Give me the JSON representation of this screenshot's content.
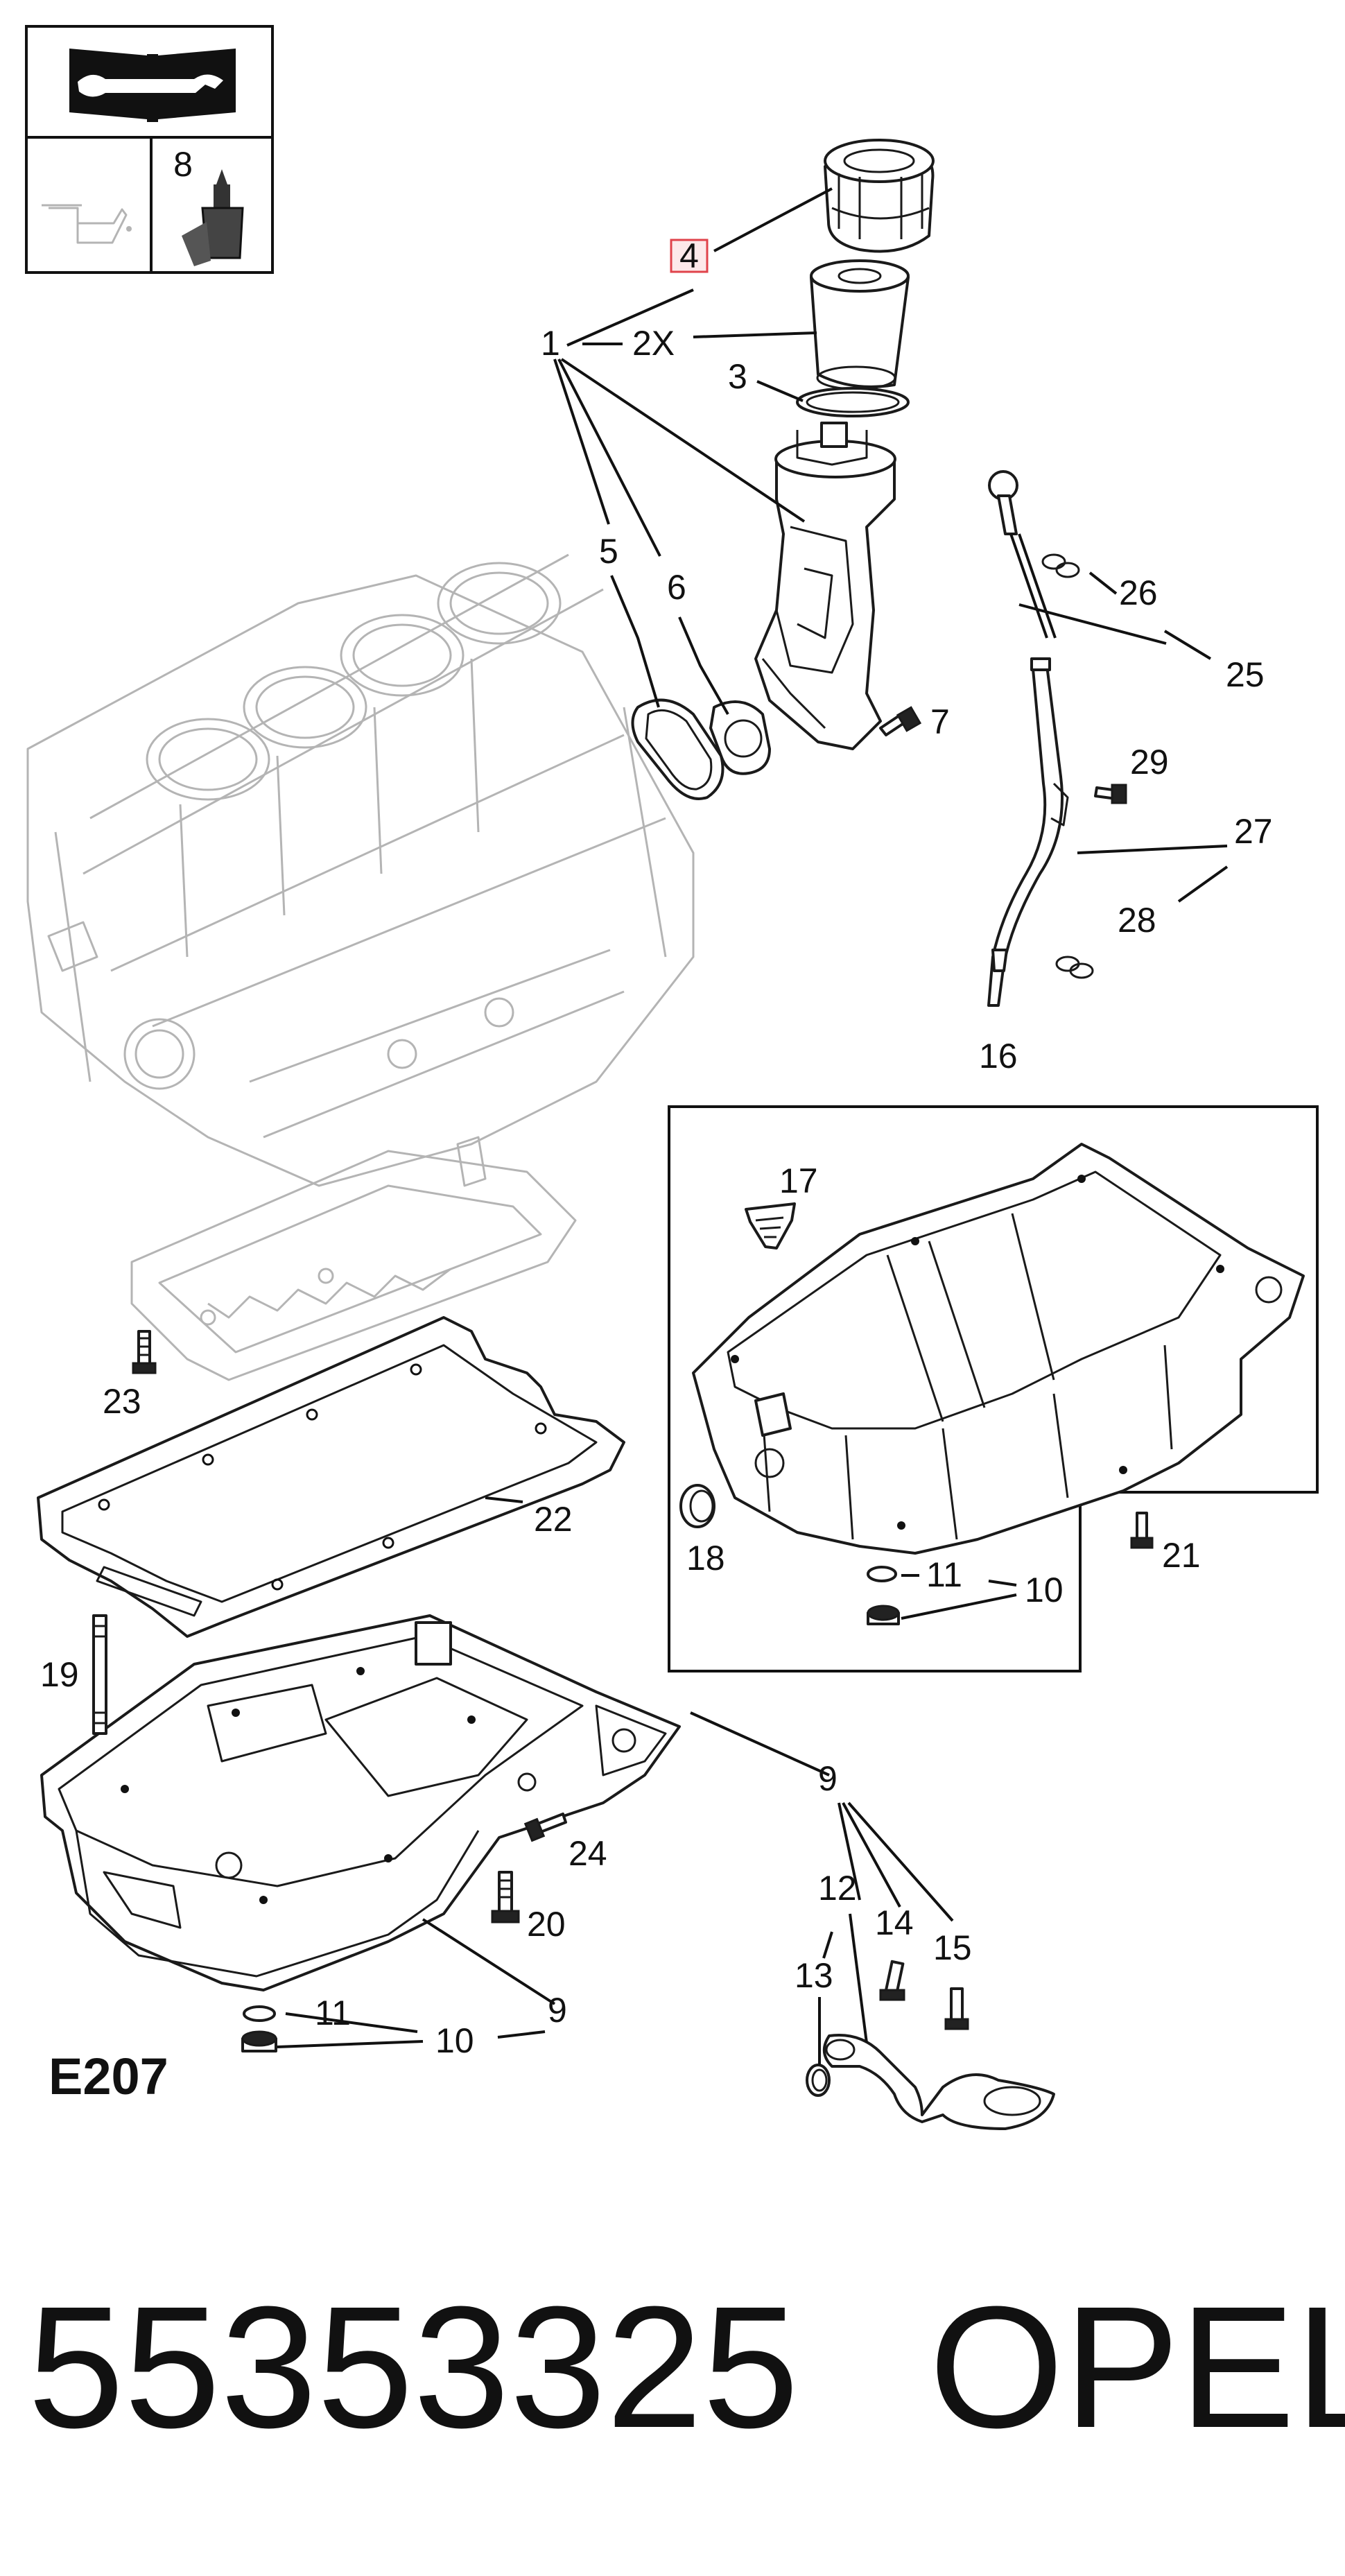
{
  "header_box": {
    "icon_manual": "book-with-wrench-icon",
    "icon_oil_can": "oil-can-icon",
    "icon_tube": "sealant-tube-icon",
    "tube_callout": "8"
  },
  "callouts": {
    "c1": "1",
    "c2x": "2X",
    "c3": "3",
    "c4": "4",
    "c5": "5",
    "c6": "6",
    "c7": "7",
    "c9a": "9",
    "c9b": "9",
    "c10a": "10",
    "c10b": "10",
    "c11a": "11",
    "c11b": "11",
    "c12": "12",
    "c13": "13",
    "c14": "14",
    "c15": "15",
    "c16": "16",
    "c17": "17",
    "c18": "18",
    "c19": "19",
    "c20": "20",
    "c21": "21",
    "c22": "22",
    "c23": "23",
    "c24": "24",
    "c25": "25",
    "c26": "26",
    "c27": "27",
    "c28": "28",
    "c29": "29"
  },
  "highlight_color": "#e0434b",
  "diagram_code": "E207",
  "part_number": "55353325",
  "brand": "OPEL"
}
